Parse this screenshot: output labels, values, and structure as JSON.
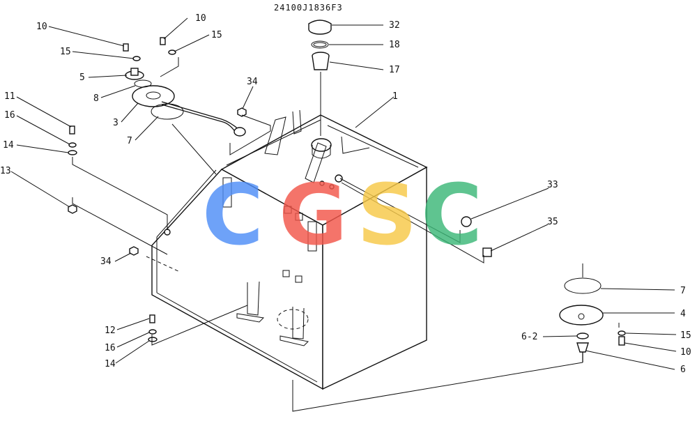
{
  "drawing_code": "24100J1836F3",
  "watermark": {
    "letters": [
      "C",
      "G",
      "S",
      "C"
    ],
    "colors": [
      "#4f8ef7",
      "#f2564a",
      "#f7c948",
      "#3cb878"
    ]
  },
  "labels": [
    {
      "id": "10a",
      "text": "10"
    },
    {
      "id": "10b",
      "text": "10"
    },
    {
      "id": "15a",
      "text": "15"
    },
    {
      "id": "15b",
      "text": "15"
    },
    {
      "id": "5",
      "text": "5"
    },
    {
      "id": "8",
      "text": "8"
    },
    {
      "id": "3",
      "text": "3"
    },
    {
      "id": "7a",
      "text": "7"
    },
    {
      "id": "11",
      "text": "11"
    },
    {
      "id": "16a",
      "text": "16"
    },
    {
      "id": "14a",
      "text": "14"
    },
    {
      "id": "13",
      "text": "13"
    },
    {
      "id": "34a",
      "text": "34"
    },
    {
      "id": "34b",
      "text": "34"
    },
    {
      "id": "32",
      "text": "32"
    },
    {
      "id": "18",
      "text": "18"
    },
    {
      "id": "17",
      "text": "17"
    },
    {
      "id": "1",
      "text": "1"
    },
    {
      "id": "33",
      "text": "33"
    },
    {
      "id": "35",
      "text": "35"
    },
    {
      "id": "7b",
      "text": "7"
    },
    {
      "id": "4",
      "text": "4"
    },
    {
      "id": "15c",
      "text": "15"
    },
    {
      "id": "10c",
      "text": "10"
    },
    {
      "id": "6-2",
      "text": "6-2"
    },
    {
      "id": "6",
      "text": "6"
    },
    {
      "id": "12",
      "text": "12"
    },
    {
      "id": "16b",
      "text": "16"
    },
    {
      "id": "14b",
      "text": "14"
    }
  ]
}
